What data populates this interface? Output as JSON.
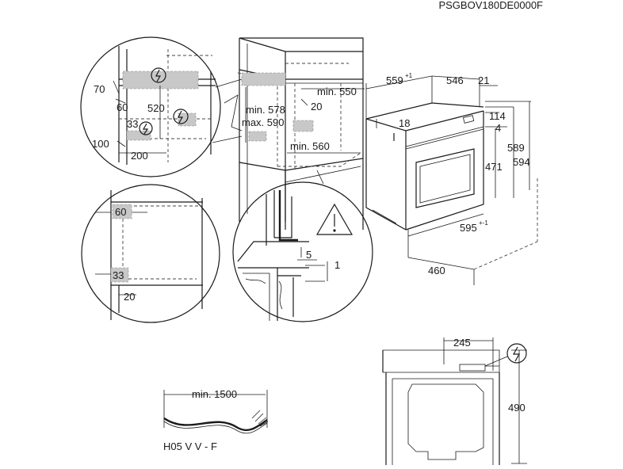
{
  "model_code": "PSGBOV180DE0000F",
  "cabinet_detail": {
    "dims": {
      "d70": "70",
      "d60": "60",
      "d520": "520",
      "d33": "33",
      "d100": "100",
      "d200": "200"
    }
  },
  "cabinet_main": {
    "dims": {
      "min_578": "min. 578",
      "max_590": "max. 590",
      "min_550": "min. 550",
      "d20": "20",
      "min_560": "min. 560"
    }
  },
  "floor_detail": {
    "dims": {
      "d60": "60",
      "d33": "33",
      "d20": "20"
    }
  },
  "warning_detail": {
    "dims": {
      "d5": "5",
      "d1": "1"
    }
  },
  "oven": {
    "dims": {
      "d559": "559",
      "d559_sup": "+1",
      "d546": "546",
      "d21": "21",
      "d18": "18",
      "d114": "114",
      "d4": "4",
      "d589": "589",
      "d594": "594",
      "d471": "471",
      "d595": "595",
      "d595_sup": "+-1",
      "d460": "460"
    }
  },
  "rear_view": {
    "dims": {
      "d245": "245",
      "d490": "490"
    }
  },
  "cable": {
    "length_label": "min. 1500",
    "type_label": "H05 V V - F"
  },
  "colors": {
    "line": "#1a1a1a",
    "zone_fill": "#c8c8c8",
    "background": "#ffffff"
  },
  "icons": [
    "electric-connection-icon",
    "warning-triangle-icon"
  ]
}
